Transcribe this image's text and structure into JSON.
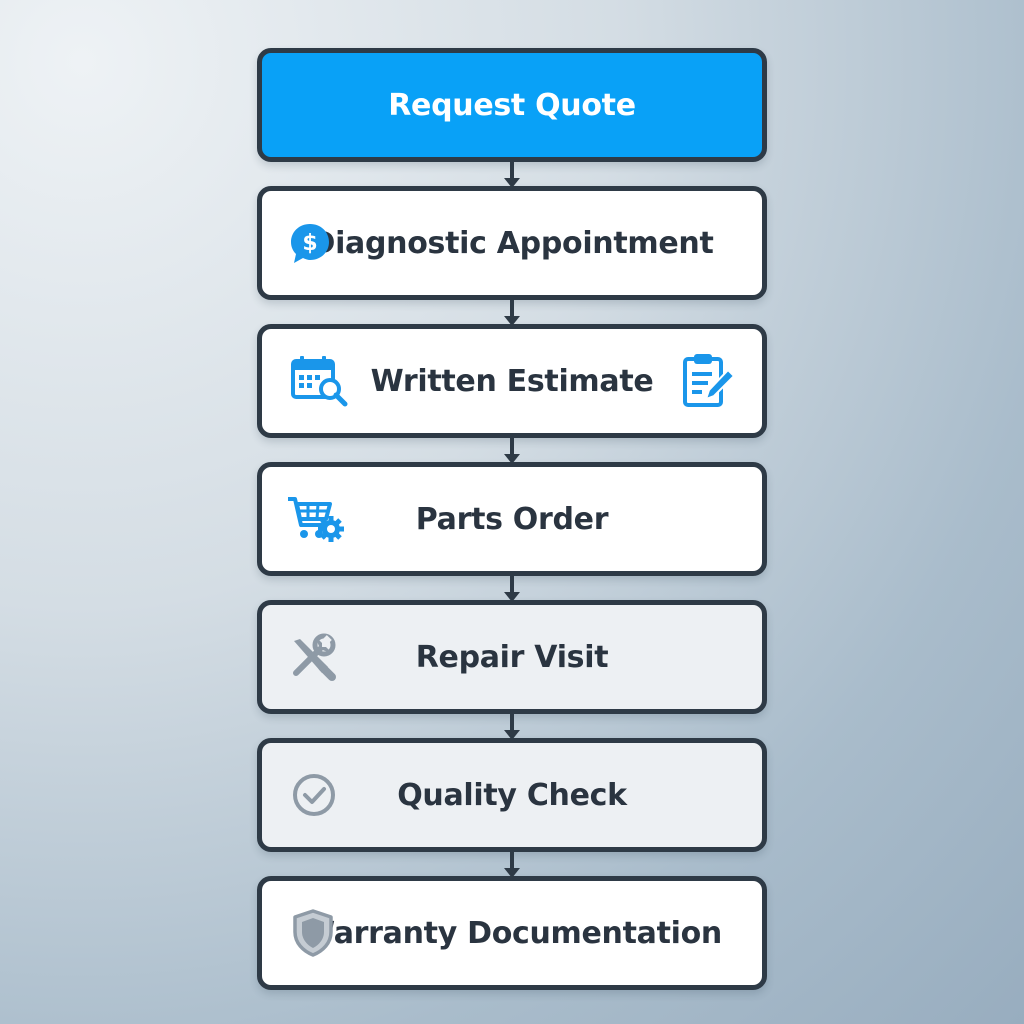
{
  "flow": {
    "steps": [
      {
        "label": "Request Quote"
      },
      {
        "label": "Diagnostic Appointment",
        "icon": "dollar-chat-icon"
      },
      {
        "label": "Written Estimate",
        "icon": "calendar-search-icon",
        "icon_right": "clipboard-edit-icon"
      },
      {
        "label": "Parts Order",
        "icon": "cart-gear-icon"
      },
      {
        "label": "Repair Visit",
        "icon": "wrench-screwdriver-icon"
      },
      {
        "label": "Quality Check",
        "icon": "check-circle-icon"
      },
      {
        "label": "Warranty Documentation",
        "icon": "shield-icon"
      }
    ]
  },
  "colors": {
    "accent": "#09a1f7",
    "icon_blue": "#1a96ea",
    "icon_gray": "#8e9aa6",
    "border": "#2e3a46",
    "text": "#2a3440"
  }
}
